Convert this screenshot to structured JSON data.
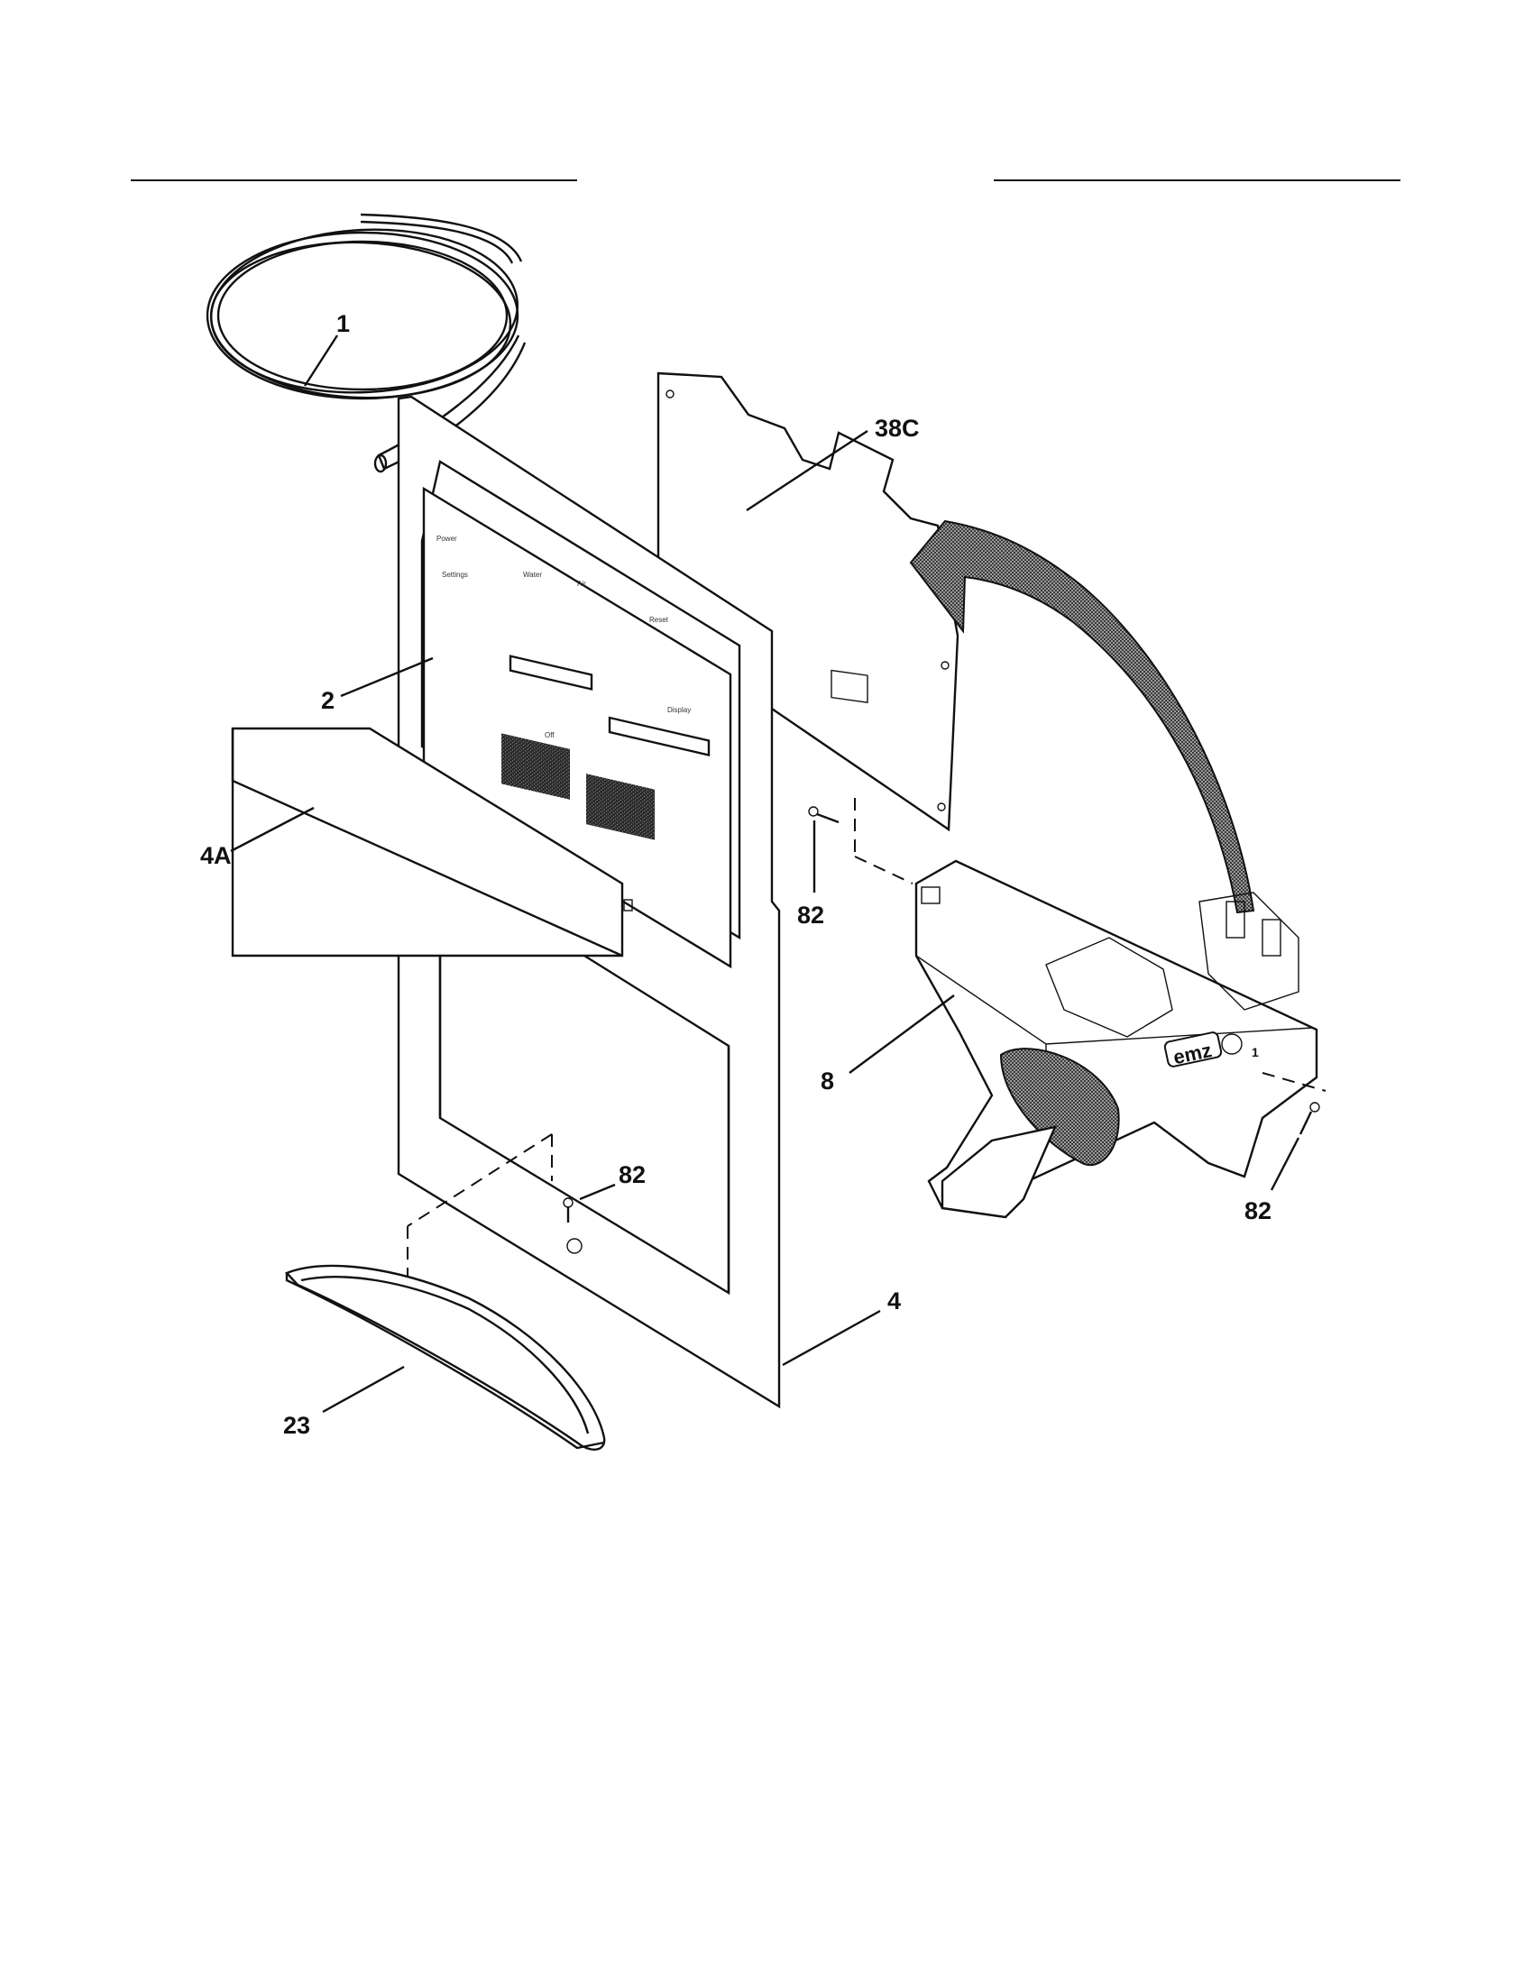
{
  "callouts": [
    {
      "id": "1",
      "label": "1"
    },
    {
      "id": "38C",
      "label": "38C"
    },
    {
      "id": "2",
      "label": "2"
    },
    {
      "id": "4A",
      "label": "4A"
    },
    {
      "id": "82a",
      "label": "82"
    },
    {
      "id": "8",
      "label": "8"
    },
    {
      "id": "82b",
      "label": "82"
    },
    {
      "id": "82c",
      "label": "82"
    },
    {
      "id": "4",
      "label": "4"
    },
    {
      "id": "23",
      "label": "23"
    }
  ],
  "module_brand": "emz",
  "module_digit": "1"
}
